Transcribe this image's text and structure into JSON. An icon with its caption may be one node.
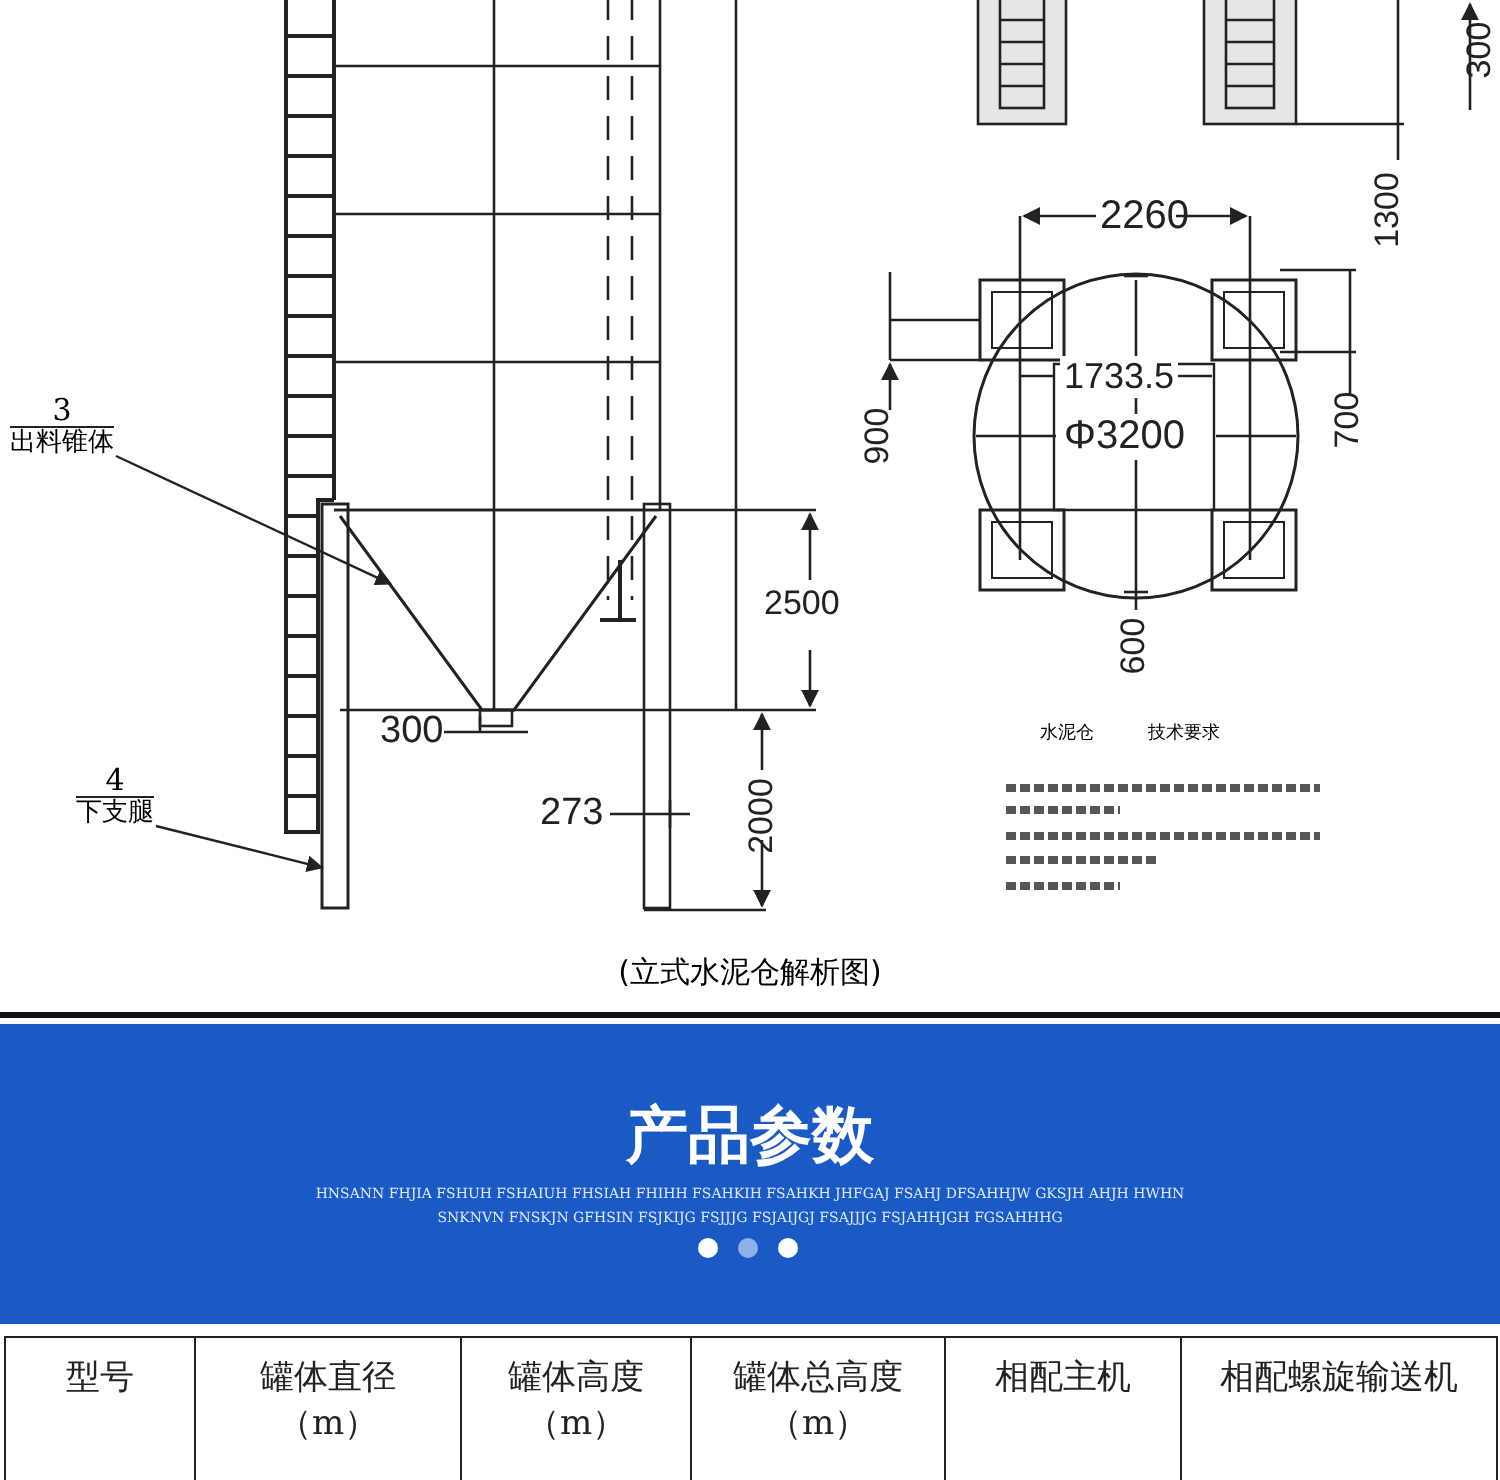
{
  "diagram": {
    "caption": "(立式水泥仓解析图)",
    "nodes": [
      {
        "text": [
          "3",
          "出料锥体"
        ]
      },
      {
        "text": [],
        "shape": "cone"
      },
      {
        "text": [
          "4",
          "下支腿"
        ]
      },
      {
        "text": [],
        "shape": "bar"
      }
    ],
    "edges": [
      {
        "from": 0,
        "to": 1,
        "arrow": "to"
      },
      {
        "from": 2,
        "to": 3,
        "arrow": "to"
      }
    ],
    "labels": [
      "300",
      "1300",
      "2260",
      "1733.5",
      "Φ3200",
      "900",
      "700",
      "2500",
      "300",
      "600",
      "273",
      "2000",
      "水泥仓",
      "技术要求",
      "产品参数",
      "HNSANN FHJIA FSHUH FSHAIUH FHSIAH FHIHH FSAHKIH FSAHKH JHFGAJ FSAHJ DFSAHHJW GKSJH AHJH HWHN SNKNVN FNSKJN GFHSIN FSJKIJG FSJJJG FSJAIJGJ FSAJJJG FSJAHHJGH FGSAHHHG",
      "型号",
      "罐体直径（m）",
      "罐体高度（m）",
      "罐体总高度（m）",
      "相配主机",
      "相配螺旋输送机"
    ]
  }
}
